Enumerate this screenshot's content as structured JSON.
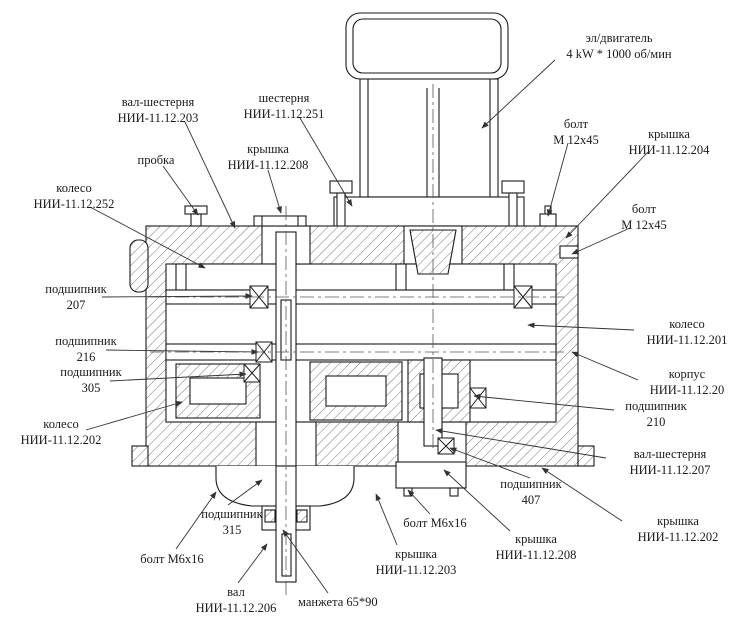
{
  "drawing": {
    "type": "assembly-cross-section",
    "subject": "редуктор с электродвигателем",
    "line_color": "#1a1a1a",
    "background": "#ffffff"
  },
  "labels": {
    "motor": "эл/двигатель\n4 kW * 1000 об/мин",
    "val_shesternya_203": "вал-шестерня\nНИИ-11.12.203",
    "shesternya_251": "шестерня\nНИИ-11.12.251",
    "probka": "пробка",
    "kryshka_208_top": "крышка\nНИИ-11.12.208",
    "koleso_252": "колесо\nНИИ-11.12.252",
    "bolt_m12_1": "болт\nМ 12х45",
    "kryshka_204": "крышка\nНИИ-11.12.204",
    "bolt_m12_2": "болт\nМ 12х45",
    "podshipnik_207": "подшипник\n207",
    "podshipnik_216": "подшипник\n216",
    "podshipnik_305": "подшипник\n305",
    "koleso_202": "колесо\nНИИ-11.12.202",
    "koleso_201": "колесо\nНИИ-11.12.201",
    "korpus": "корпус\nНИИ-11.12.20",
    "podshipnik_210": "подшипник\n210",
    "val_shesternya_207": "вал-шестерня\nНИИ-11.12.207",
    "podshipnik_407": "подшипник\n407",
    "kryshka_202": "крышка\nНИИ-11.12.202",
    "bolt_m6_right": "болт М6х16",
    "kryshka_203": "крышка\nНИИ-11.12.203",
    "kryshka_208_bottom": "крышка\nНИИ-11.12.208",
    "podshipnik_315": "подшипник\n315",
    "bolt_m6_left": "болт М6х16",
    "val_206": "вал\nНИИ-11.12.206",
    "manzheta": "манжета 65*90"
  }
}
